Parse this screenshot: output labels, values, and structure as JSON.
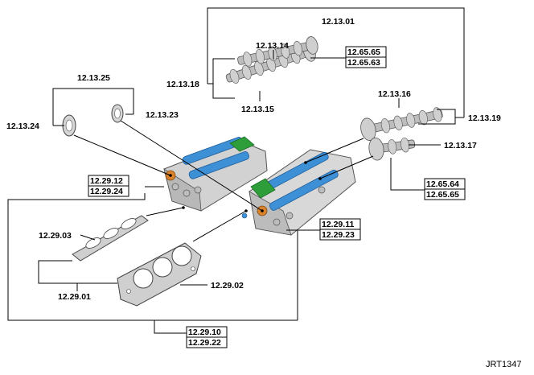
{
  "labels": {
    "l_12_13_01": "12.13.01",
    "l_12_13_14": "12.13.14",
    "l_12_65_65_a": "12.65.65",
    "l_12_65_63": "12.65.63",
    "l_12_13_18": "12.13.18",
    "l_12_13_15": "12.13.15",
    "l_12_13_25": "12.13.25",
    "l_12_13_24": "12.13.24",
    "l_12_13_23": "12.13.23",
    "l_12_13_16": "12.13.16",
    "l_12_13_19": "12.13.19",
    "l_12_13_17": "12.13.17",
    "l_12_65_64": "12.65.64",
    "l_12_65_65_b": "12.65.65",
    "l_12_29_12": "12.29.12",
    "l_12_29_24": "12.29.24",
    "l_12_29_03": "12.29.03",
    "l_12_29_11": "12.29.11",
    "l_12_29_23": "12.29.23",
    "l_12_29_02": "12.29.02",
    "l_12_29_01": "12.29.01",
    "l_12_29_10": "12.29.10",
    "l_12_29_22": "12.29.22"
  },
  "reference_code": "JRT1347",
  "colors": {
    "metal": "#c9c9c9",
    "metal_dark": "#8a8a8a",
    "camshaft_blue": "#3d8fd6",
    "chain_green": "#2e9e3a",
    "seal_orange": "#d9822b"
  }
}
